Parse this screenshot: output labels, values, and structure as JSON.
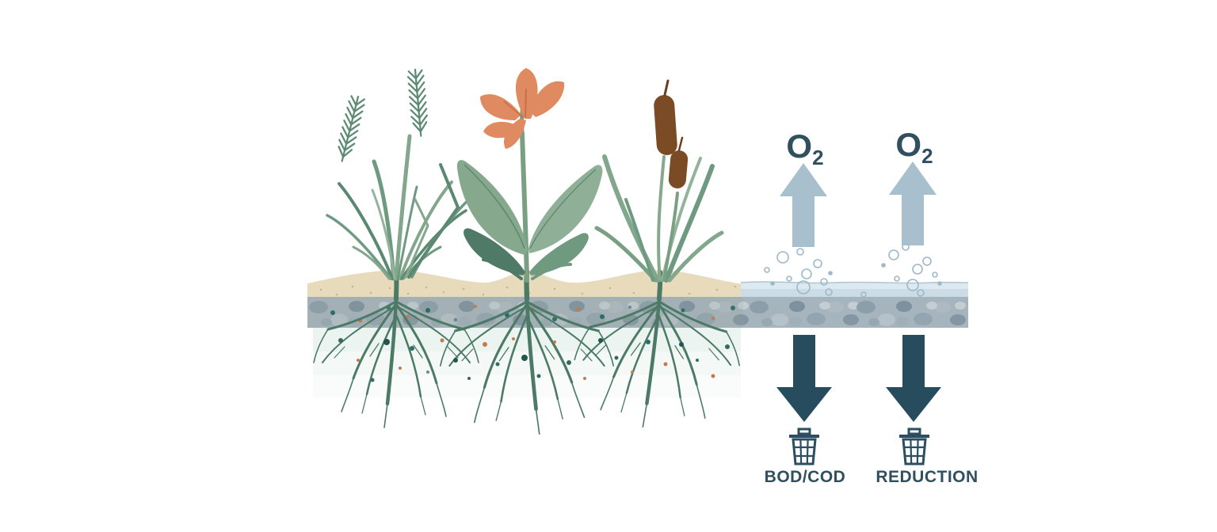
{
  "diagram": {
    "background_color": "#ffffff",
    "labels": {
      "oxygen_left": {
        "symbol": "O",
        "subscript": "2"
      },
      "oxygen_right": {
        "symbol": "O",
        "subscript": "2"
      },
      "bod_cod": "BOD/COD",
      "reduction": "REDUCTION"
    },
    "icons": {
      "oxygen_left_arrow": "up-arrow-icon",
      "oxygen_right_arrow": "up-arrow-icon",
      "bod_arrow": "down-arrow-icon",
      "reduction_arrow": "down-arrow-icon",
      "bod_bin": "trash-bin-icon",
      "reduction_bin": "trash-bin-icon",
      "aeration_bubbles": "bubbles-icon"
    },
    "colors": {
      "up_arrow": "#a8bfce",
      "down_arrow": "#264c5e",
      "icon": "#2b4f60",
      "label_text": "#31505f",
      "sand": "#e7dbbc",
      "gravel": "#a6b4bd",
      "water": "#cbdce7",
      "root": "#4c7a66",
      "leaf_green": "#82a78d",
      "leaf_dark": "#4f7a68",
      "flower_orange": "#e08a61",
      "cattail_brown": "#7b4b26",
      "bubble_outline": "#9db8c8"
    }
  }
}
